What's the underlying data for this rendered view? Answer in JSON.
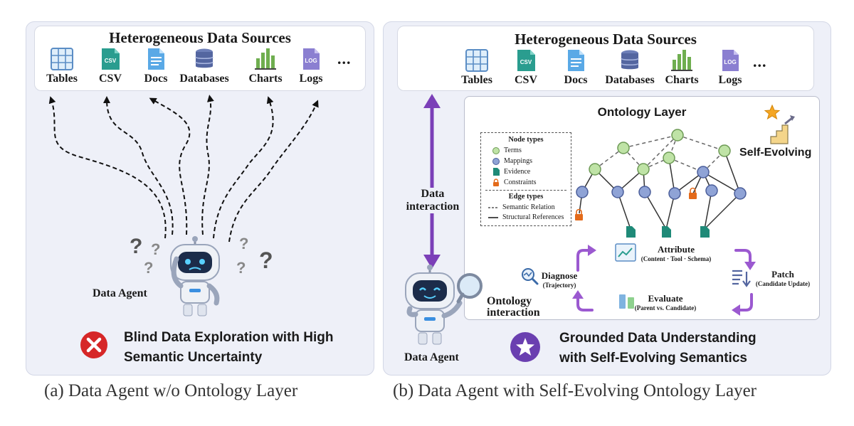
{
  "panel_a": {
    "sources_title": "Heterogeneous Data Sources",
    "sources": [
      "Tables",
      "CSV",
      "Docs",
      "Databases",
      "Charts",
      "Logs"
    ],
    "more": "...",
    "agent_label": "Data Agent",
    "status_line1": "Blind Data Exploration with High",
    "status_line2": "Semantic Uncertainty",
    "caption": "(a)  Data Agent w/o Ontology Layer",
    "question_mark": "?"
  },
  "panel_b": {
    "sources_title": "Heterogeneous Data Sources",
    "sources": [
      "Tables",
      "CSV",
      "Docs",
      "Databases",
      "Charts",
      "Logs"
    ],
    "more": "...",
    "data_interaction_line1": "Data",
    "data_interaction_line2": "interaction",
    "ontology_interaction_line1": "Ontology",
    "ontology_interaction_line2": "interaction",
    "ontology_title": "Ontology Layer",
    "self_evolving": "Self-Evolving",
    "legend": {
      "node_types_title": "Node types",
      "node_types": [
        "Terms",
        "Mappings",
        "Evidence",
        "Constraints"
      ],
      "edge_types_title": "Edge types",
      "edge_types": [
        "Semantic Relation",
        "Structural References"
      ]
    },
    "steps": {
      "attribute": {
        "title": "Attribute",
        "sub": "(Content · Tool · Schema)"
      },
      "patch": {
        "title": "Patch",
        "sub": "(Candidate Update)"
      },
      "evaluate": {
        "title": "Evaluate",
        "sub": "(Parent vs. Candidate)"
      },
      "diagnose": {
        "title": "Diagnose",
        "sub": "(Trajectory)"
      }
    },
    "agent_label": "Data Agent",
    "status_line1": "Grounded Data Understanding",
    "status_line2": "with Self-Evolving Semantics",
    "caption": "(b) Data Agent with Self-Evolving Ontology Layer"
  },
  "colors": {
    "panel_bg": "#eef0f8",
    "purple": "#7b3fb8",
    "red_x": "#d62728",
    "term_node": "#bfe3a6",
    "mapping_node": "#8fa3d6",
    "evidence": "#1f8a78",
    "constraint": "#e36a1a"
  }
}
